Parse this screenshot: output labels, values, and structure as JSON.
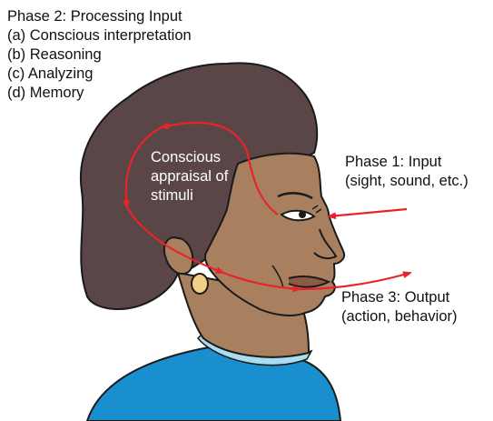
{
  "phase2": {
    "title": "Phase 2: Processing Input",
    "items": [
      "(a) Conscious interpretation",
      "(b) Reasoning",
      "(c) Analyzing",
      "(d) Memory"
    ]
  },
  "phase1": {
    "title": "Phase 1: Input",
    "detail": "(sight, sound, etc.)"
  },
  "phase3": {
    "title": "Phase 3: Output",
    "detail": "(action, behavior)"
  },
  "appraisal": {
    "lines": [
      "Conscious",
      "appraisal of",
      "stimuli"
    ]
  },
  "colors": {
    "arrow": "#e8242a",
    "hair": "#5a4646",
    "skin": "#a88060",
    "shirt": "#1a8fd0",
    "collar": "#a8dcf0",
    "earring": "#f2cf86",
    "outline": "#1a1a1a",
    "label_text": "#111111",
    "appraisal_text": "#ffffff"
  },
  "icons": [
    "head-illustration",
    "red-arrows"
  ]
}
